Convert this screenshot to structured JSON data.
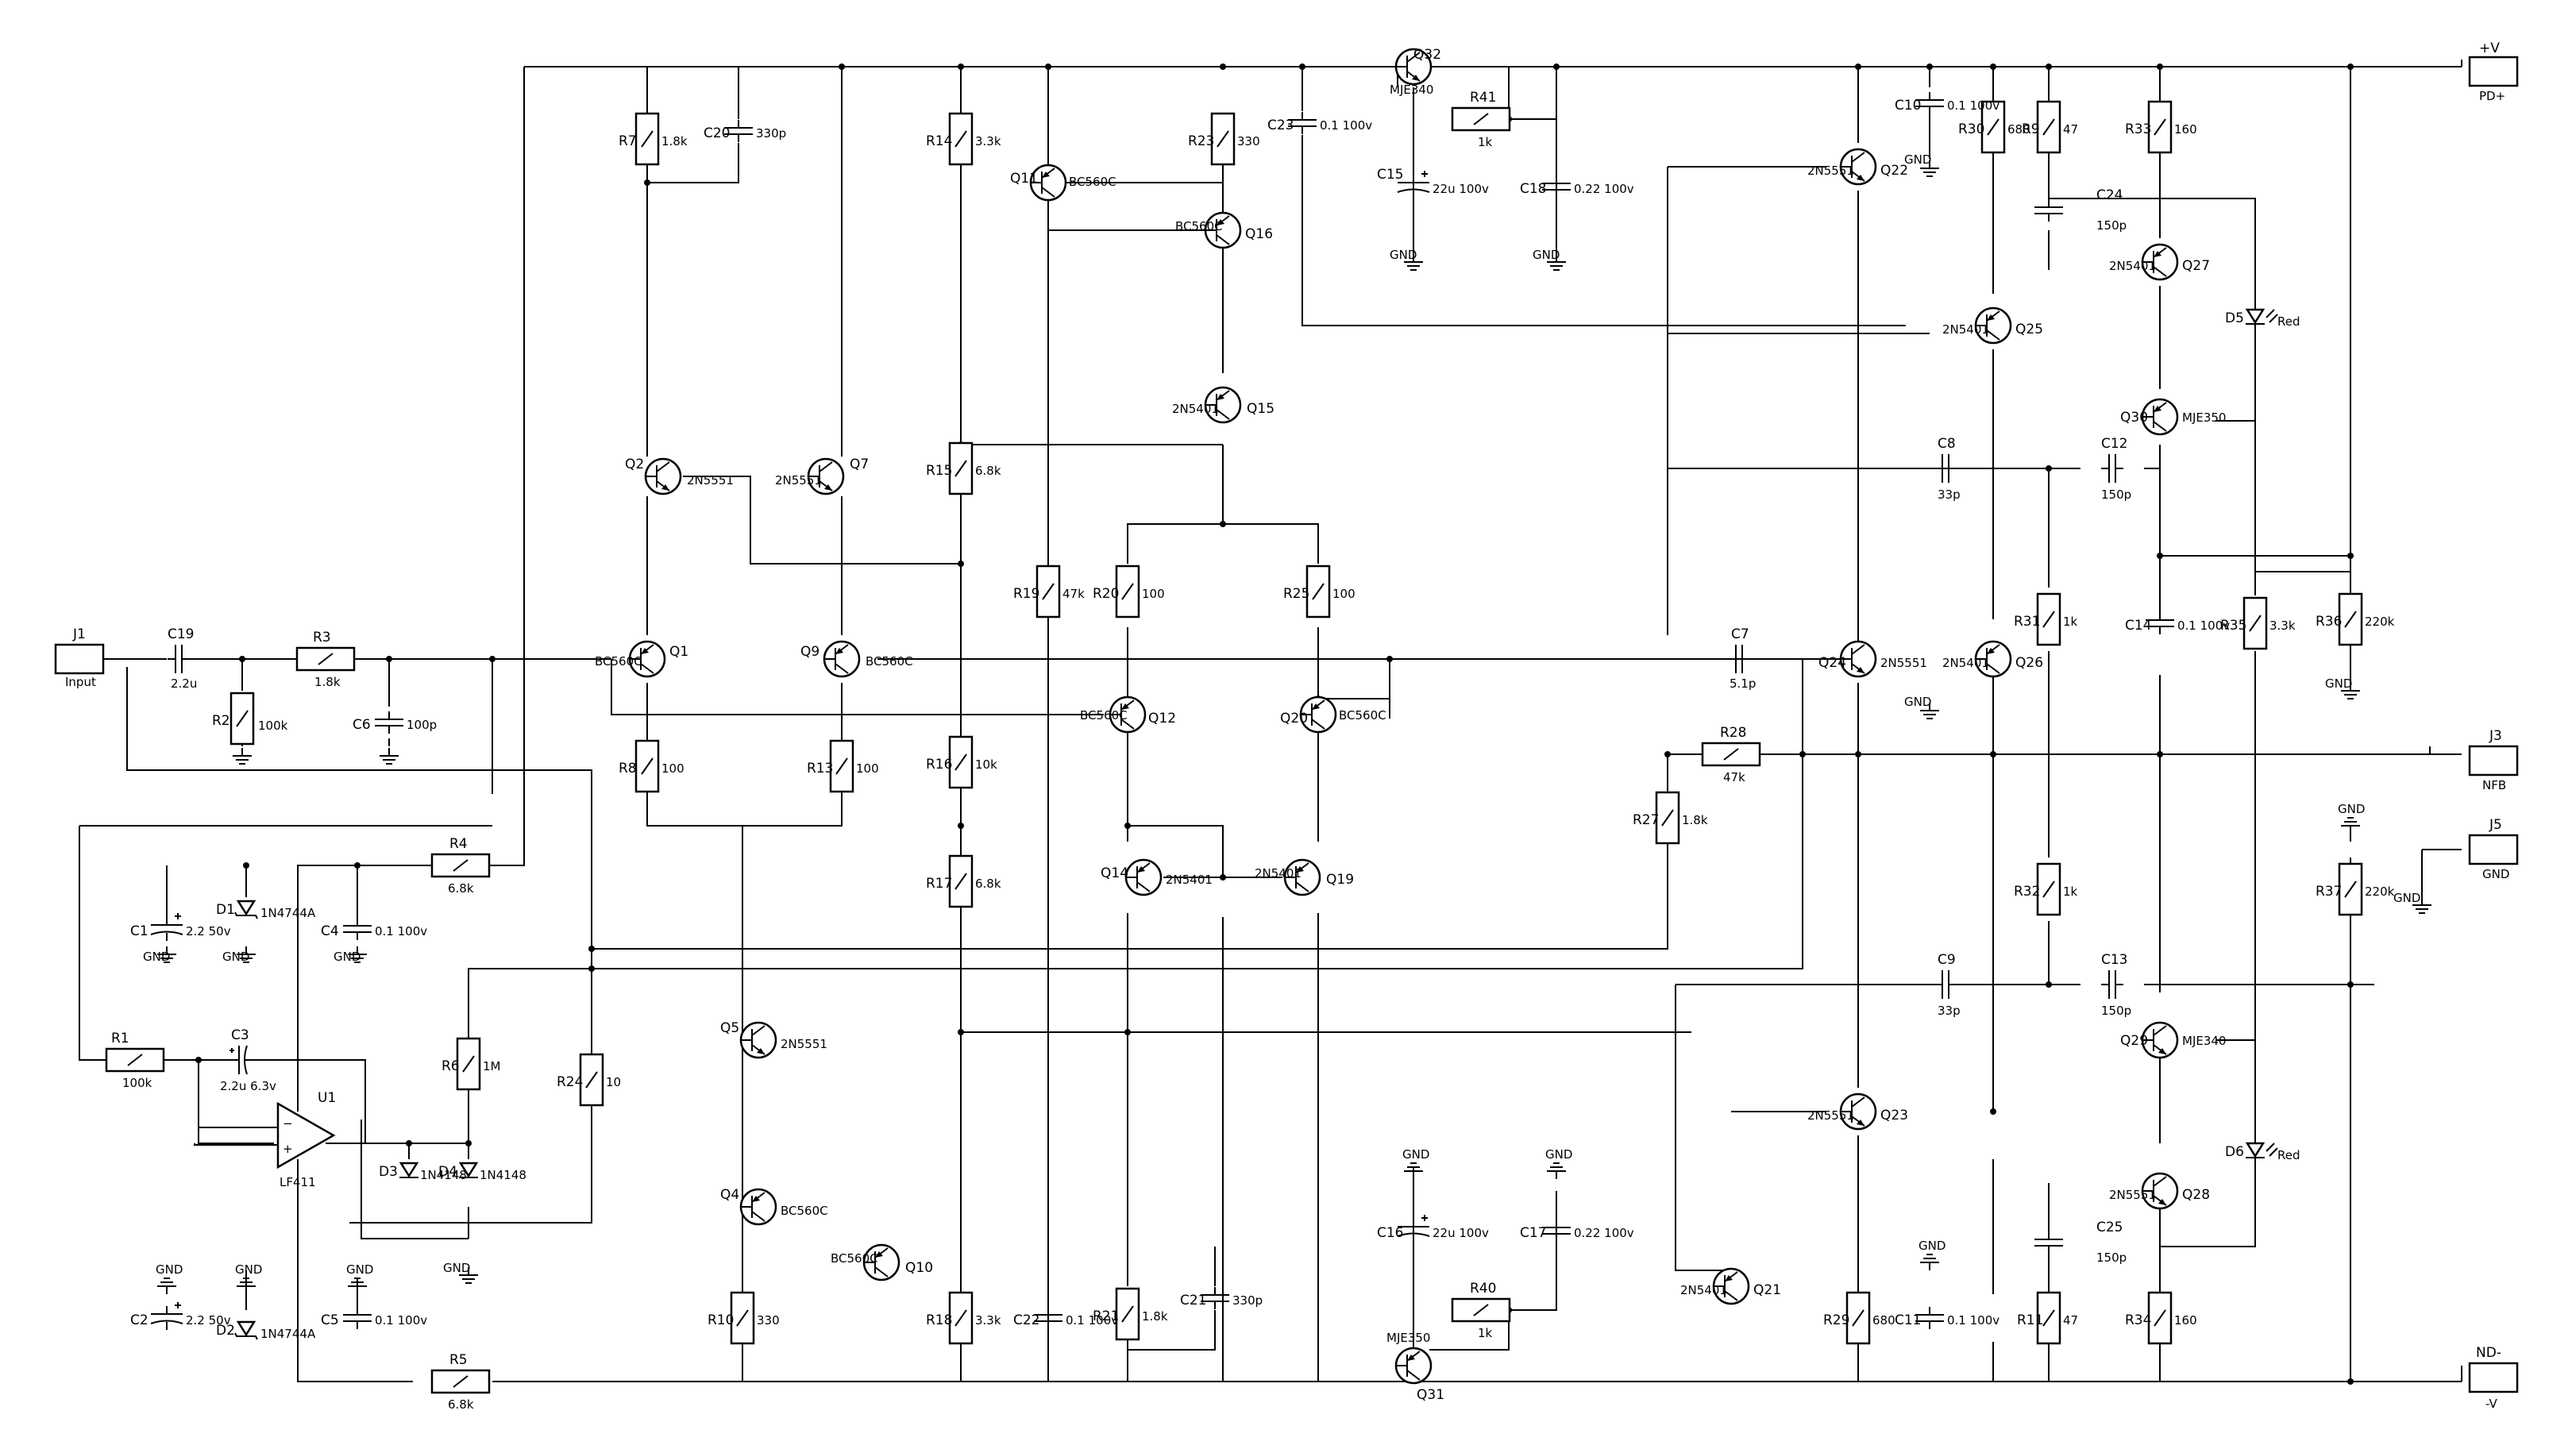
{
  "connectors": {
    "j1": {
      "ref": "J1",
      "name": "Input"
    },
    "j3": {
      "ref": "J3",
      "name": "NFB"
    },
    "j5": {
      "ref": "J5",
      "name": "GND"
    },
    "pv": {
      "name": "+V",
      "sub": "PD+"
    },
    "nv": {
      "name": "ND-",
      "sub": "-V"
    }
  },
  "parts": {
    "r1": {
      "ref": "R1",
      "val": "100k"
    },
    "r2": {
      "ref": "R2",
      "val": "100k"
    },
    "r3": {
      "ref": "R3",
      "val": "1.8k"
    },
    "r4": {
      "ref": "R4",
      "val": "6.8k"
    },
    "r5": {
      "ref": "R5",
      "val": "6.8k"
    },
    "r6": {
      "ref": "R6",
      "val": "1M"
    },
    "r7": {
      "ref": "R7",
      "val": "1.8k"
    },
    "r8": {
      "ref": "R8",
      "val": "100"
    },
    "r9": {
      "ref": "R9",
      "val": "47"
    },
    "r10": {
      "ref": "R10",
      "val": "330"
    },
    "r11": {
      "ref": "R11",
      "val": "47"
    },
    "r13": {
      "ref": "R13",
      "val": "100"
    },
    "r14": {
      "ref": "R14",
      "val": "3.3k"
    },
    "r15": {
      "ref": "R15",
      "val": "6.8k"
    },
    "r16": {
      "ref": "R16",
      "val": "10k"
    },
    "r17": {
      "ref": "R17",
      "val": "6.8k"
    },
    "r18": {
      "ref": "R18",
      "val": "3.3k"
    },
    "r19": {
      "ref": "R19",
      "val": "47k"
    },
    "r20": {
      "ref": "R20",
      "val": "100"
    },
    "r21": {
      "ref": "R21",
      "val": "1.8k"
    },
    "r23": {
      "ref": "R23",
      "val": "330"
    },
    "r24": {
      "ref": "R24",
      "val": "10"
    },
    "r25": {
      "ref": "R25",
      "val": "100"
    },
    "r27": {
      "ref": "R27",
      "val": "1.8k"
    },
    "r28": {
      "ref": "R28",
      "val": "47k"
    },
    "r29": {
      "ref": "R29",
      "val": "680"
    },
    "r30": {
      "ref": "R30",
      "val": "680"
    },
    "r31": {
      "ref": "R31",
      "val": "1k"
    },
    "r32": {
      "ref": "R32",
      "val": "1k"
    },
    "r33": {
      "ref": "R33",
      "val": "160"
    },
    "r34": {
      "ref": "R34",
      "val": "160"
    },
    "r35": {
      "ref": "R35",
      "val": "3.3k"
    },
    "r36": {
      "ref": "R36",
      "val": "220k"
    },
    "r37": {
      "ref": "R37",
      "val": "220k"
    },
    "r40": {
      "ref": "R40",
      "val": "1k"
    },
    "r41": {
      "ref": "R41",
      "val": "1k"
    },
    "c1": {
      "ref": "C1",
      "val": "2.2 50v"
    },
    "c2": {
      "ref": "C2",
      "val": "2.2 50v"
    },
    "c3": {
      "ref": "C3",
      "val": "2.2u 6.3v"
    },
    "c4": {
      "ref": "C4",
      "val": "0.1 100v"
    },
    "c5": {
      "ref": "C5",
      "val": "0.1 100v"
    },
    "c6": {
      "ref": "C6",
      "val": "100p"
    },
    "c7": {
      "ref": "C7",
      "val": "5.1p"
    },
    "c8": {
      "ref": "C8",
      "val": "33p"
    },
    "c9": {
      "ref": "C9",
      "val": "33p"
    },
    "c10": {
      "ref": "C10",
      "val": "0.1 100v"
    },
    "c11": {
      "ref": "C11",
      "val": "0.1 100v"
    },
    "c12": {
      "ref": "C12",
      "val": "150p"
    },
    "c13": {
      "ref": "C13",
      "val": "150p"
    },
    "c14": {
      "ref": "C14",
      "val": "0.1 100v"
    },
    "c15": {
      "ref": "C15",
      "val": "22u 100v"
    },
    "c16": {
      "ref": "C16",
      "val": "22u 100v"
    },
    "c17": {
      "ref": "C17",
      "val": "0.22 100v"
    },
    "c18": {
      "ref": "C18",
      "val": "0.22 100v"
    },
    "c19": {
      "ref": "C19",
      "val": "2.2u"
    },
    "c20": {
      "ref": "C20",
      "val": "330p"
    },
    "c21": {
      "ref": "C21",
      "val": "330p"
    },
    "c22": {
      "ref": "C22",
      "val": "0.1 100v"
    },
    "c23": {
      "ref": "C23",
      "val": "0.1 100v"
    },
    "c24": {
      "ref": "C24",
      "val": "150p"
    },
    "c25": {
      "ref": "C25",
      "val": "150p"
    },
    "d1": {
      "ref": "D1",
      "val": "1N4744A"
    },
    "d2": {
      "ref": "D2",
      "val": "1N4744A"
    },
    "d3": {
      "ref": "D3",
      "val": "1N4148"
    },
    "d4": {
      "ref": "D4",
      "val": "1N4148"
    },
    "d5": {
      "ref": "D5",
      "val": "Red"
    },
    "d6": {
      "ref": "D6",
      "val": "Red"
    },
    "q1": {
      "ref": "Q1",
      "val": "BC560C"
    },
    "q2": {
      "ref": "Q2",
      "val": "2N5551"
    },
    "q4": {
      "ref": "Q4",
      "val": "BC560C"
    },
    "q5": {
      "ref": "Q5",
      "val": "2N5551"
    },
    "q7": {
      "ref": "Q7",
      "val": "2N5551"
    },
    "q9": {
      "ref": "Q9",
      "val": "BC560C"
    },
    "q10": {
      "ref": "Q10",
      "val": "BC560C"
    },
    "q11": {
      "ref": "Q11",
      "val": "BC560C"
    },
    "q12": {
      "ref": "Q12",
      "val": "BC560C"
    },
    "q14": {
      "ref": "Q14",
      "val": "2N5401"
    },
    "q15": {
      "ref": "Q15",
      "val": "2N5401"
    },
    "q16": {
      "ref": "Q16",
      "val": "BC560C"
    },
    "q19": {
      "ref": "Q19",
      "val": "2N5401"
    },
    "q20": {
      "ref": "Q20",
      "val": "BC560C"
    },
    "q21": {
      "ref": "Q21",
      "val": "2N5401"
    },
    "q22": {
      "ref": "Q22",
      "val": "2N5551"
    },
    "q23": {
      "ref": "Q23",
      "val": "2N5551"
    },
    "q24": {
      "ref": "Q24",
      "val": "2N5551"
    },
    "q25": {
      "ref": "Q25",
      "val": "2N5401"
    },
    "q26": {
      "ref": "Q26",
      "val": "2N5401"
    },
    "q27": {
      "ref": "Q27",
      "val": "2N5401"
    },
    "q28": {
      "ref": "Q28",
      "val": "2N5551"
    },
    "q29": {
      "ref": "Q29",
      "val": "MJE340"
    },
    "q30": {
      "ref": "Q30",
      "val": "MJE350"
    },
    "q31": {
      "ref": "Q31",
      "val": "MJE350"
    },
    "q32": {
      "ref": "Q32",
      "val": "MJE340"
    },
    "u1": {
      "ref": "U1",
      "val": "LF411"
    }
  },
  "gnd": "GND"
}
